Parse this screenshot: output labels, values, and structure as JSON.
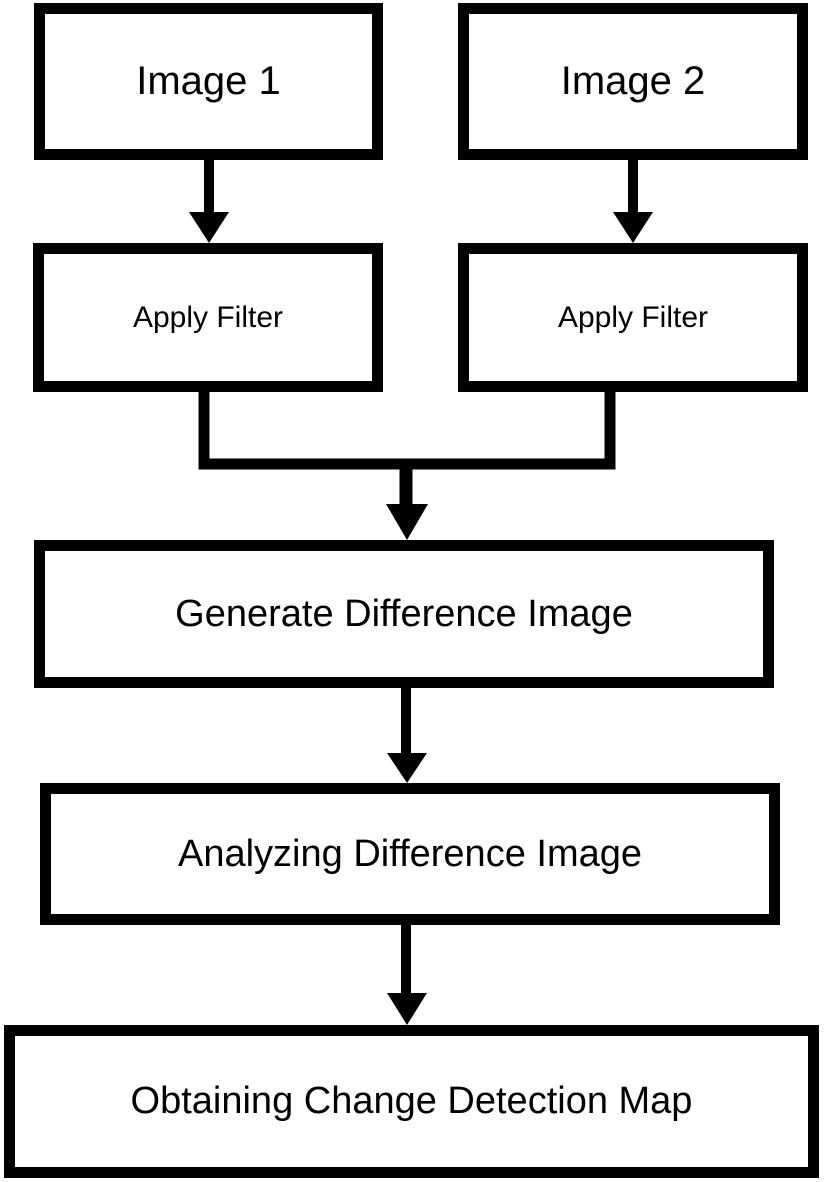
{
  "nodes": {
    "image1": "Image 1",
    "image2": "Image 2",
    "filter1": "Apply Filter",
    "filter2": "Apply Filter",
    "generate": "Generate Difference Image",
    "analyze": "Analyzing Difference Image",
    "obtain": "Obtaining Change Detection Map"
  },
  "edges": [
    {
      "from": "image1",
      "to": "filter1"
    },
    {
      "from": "image2",
      "to": "filter2"
    },
    {
      "from": "filter1",
      "to": "generate"
    },
    {
      "from": "filter2",
      "to": "generate"
    },
    {
      "from": "generate",
      "to": "analyze"
    },
    {
      "from": "analyze",
      "to": "obtain"
    }
  ],
  "colors": {
    "stroke": "#000000",
    "fill": "#ffffff"
  }
}
